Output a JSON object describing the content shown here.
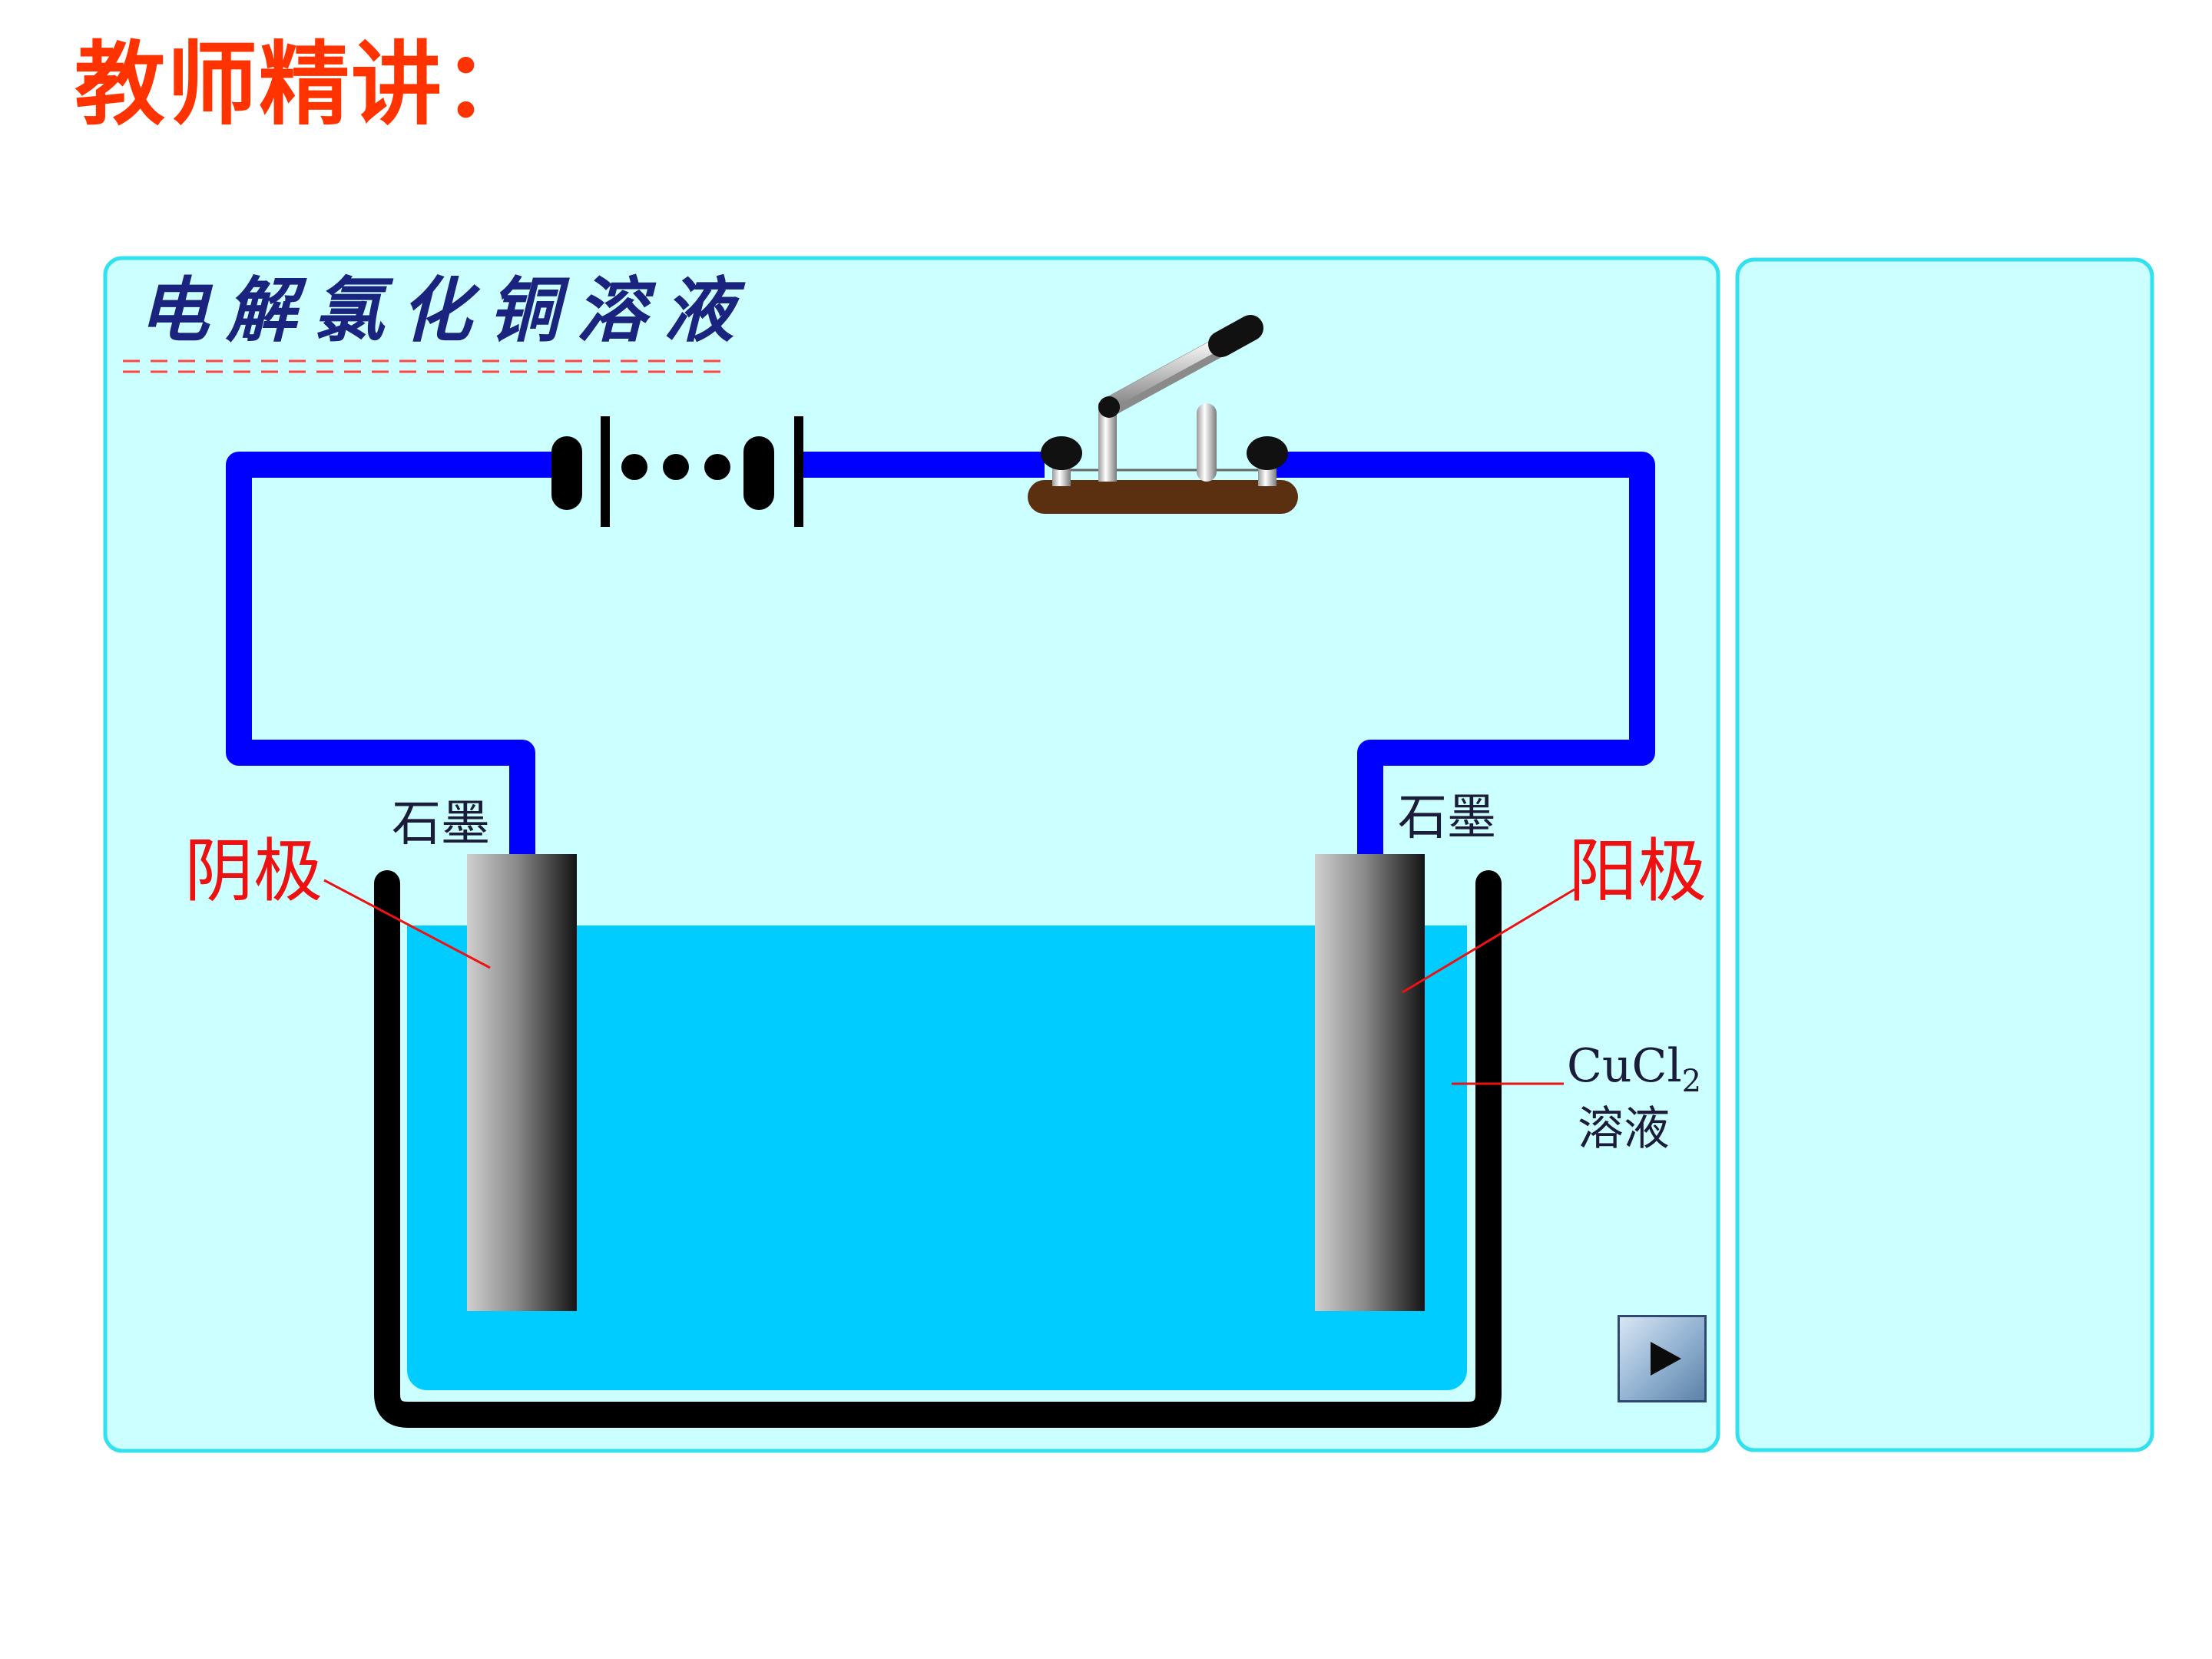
{
  "slide": {
    "title": "教师精讲："
  },
  "diagram": {
    "title": "电解氯化铜溶液",
    "electrode_material_left": "石墨",
    "electrode_material_right": "石墨",
    "cathode_label": "阴极",
    "anode_label": "阳极",
    "solution_formula_main": "CuCl",
    "solution_formula_sub": "2",
    "solution_word": "溶液"
  },
  "colors": {
    "title": "#ff3300",
    "panel_fill": "#ccffff",
    "panel_border": "#33e0ee",
    "wire": "#0000ff",
    "solution": "#00ccff",
    "beaker": "#000000",
    "pole_label": "#ee1111",
    "switch_base": "#5a3010"
  },
  "icons": {
    "play": "play-triangle-icon"
  }
}
